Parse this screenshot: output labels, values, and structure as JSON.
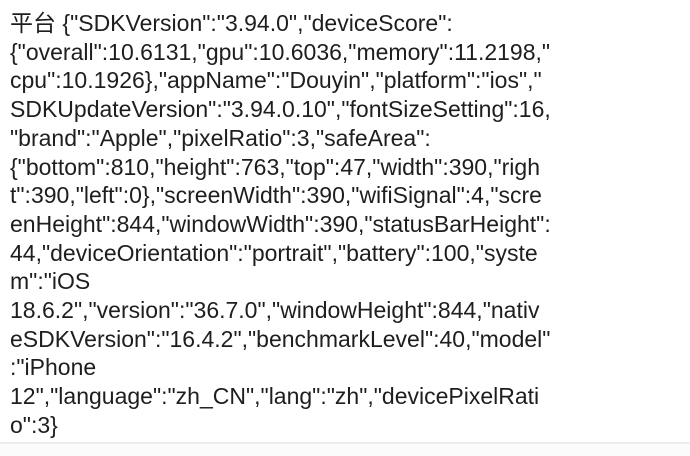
{
  "page": {
    "background_color": "#ffffff",
    "text_color": "#1e1e1e",
    "divider_color": "#ececec"
  },
  "post": {
    "label": "平台",
    "full_text": "平台 {\"SDKVersion\":\"3.94.0\",\"deviceScore\":{\"overall\":10.6131,\"gpu\":10.6036,\"memory\":11.2198,\"cpu\":10.1926},\"appName\":\"Douyin\",\"platform\":\"ios\",\"SDKUpdateVersion\":\"3.94.0.10\",\"fontSizeSetting\":16,\"brand\":\"Apple\",\"pixelRatio\":3,\"safeArea\":{\"bottom\":810,\"height\":763,\"top\":47,\"width\":390,\"right\":390,\"left\":0},\"screenWidth\":390,\"wifiSignal\":4,\"screenHeight\":844,\"windowWidth\":390,\"statusBarHeight\":44,\"deviceOrientation\":\"portrait\",\"battery\":100,\"system\":\"iOS 18.6.2\",\"version\":\"36.7.0\",\"windowHeight\":844,\"nativeSDKVersion\":\"16.4.2\",\"benchmarkLevel\":40,\"model\":\"iPhone 12\",\"language\":\"zh_CN\",\"lang\":\"zh\",\"devicePixelRatio\":3}",
    "lines": [
      "平台 {\"SDKVersion\":\"3.94.0\",\"deviceScore\":",
      "{\"overall\":10.6131,\"gpu\":10.6036,\"memory\":11.2198,\"",
      "cpu\":10.1926},\"appName\":\"Douyin\",\"platform\":\"ios\",\"",
      "SDKUpdateVersion\":\"3.94.0.10\",\"fontSizeSetting\":16,",
      "\"brand\":\"Apple\",\"pixelRatio\":3,\"safeArea\":",
      "{\"bottom\":810,\"height\":763,\"top\":47,\"width\":390,\"righ",
      "t\":390,\"left\":0},\"screenWidth\":390,\"wifiSignal\":4,\"scre",
      "enHeight\":844,\"windowWidth\":390,\"statusBarHeight\":",
      "44,\"deviceOrientation\":\"portrait\",\"battery\":100,\"syste",
      "m\":\"iOS",
      "18.6.2\",\"version\":\"36.7.0\",\"windowHeight\":844,\"nativ",
      "eSDKVersion\":\"16.4.2\",\"benchmarkLevel\":40,\"model\"",
      ":\"iPhone",
      "12\",\"language\":\"zh_CN\",\"lang\":\"zh\",\"devicePixelRati",
      "o\":3}"
    ]
  }
}
